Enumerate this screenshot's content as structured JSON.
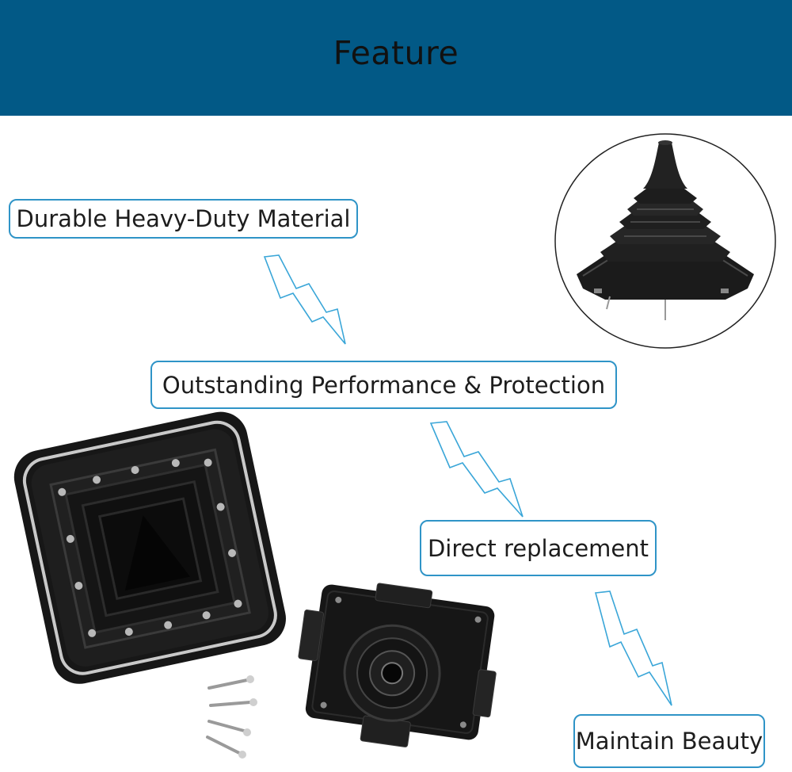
{
  "header": {
    "title": "Feature",
    "background": "#025986"
  },
  "labels": [
    {
      "text": "Durable Heavy-Duty Material"
    },
    {
      "text": "Outstanding Performance & Protection"
    },
    {
      "text": "Direct replacement"
    },
    {
      "text": "Maintain Beauty"
    }
  ],
  "colors": {
    "label_border": "#2f94c7",
    "bolt_stroke": "#3aa6d8",
    "product": "#1a1a1a"
  },
  "icons": [
    "lightning-bolt-icon",
    "lightning-bolt-icon",
    "lightning-bolt-icon"
  ]
}
